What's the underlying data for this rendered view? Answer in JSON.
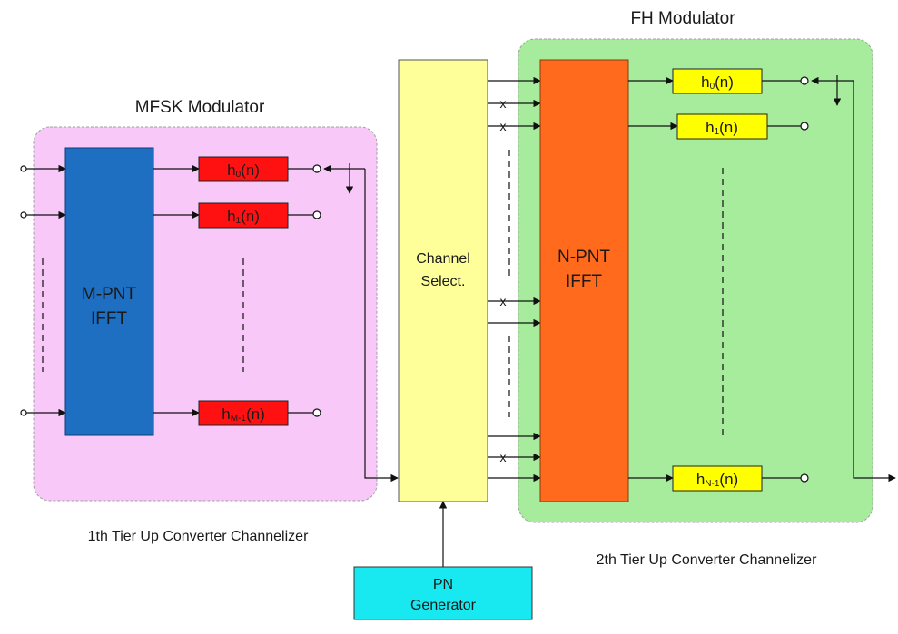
{
  "mfsk": {
    "title": "MFSK Modulator",
    "ifft_line1": "M-PNT",
    "ifft_line2": "IFFT",
    "caption": "1th Tier Up Converter Channelizer",
    "filters": [
      {
        "base": "h",
        "sub": "0",
        "arg": "(n)"
      },
      {
        "base": "h",
        "sub": "1",
        "arg": "(n)"
      },
      {
        "base": "h",
        "sub": "M-1",
        "arg": "(n)"
      }
    ]
  },
  "channel_select": {
    "line1": "Channel",
    "line2": "Select."
  },
  "pn_generator": {
    "line1": "PN",
    "line2": "Generator"
  },
  "fh": {
    "title": "FH Modulator",
    "ifft_line1": "N-PNT",
    "ifft_line2": "IFFT",
    "caption": "2th Tier Up Converter Channelizer",
    "filters": [
      {
        "base": "h",
        "sub": "0",
        "arg": "(n)"
      },
      {
        "base": "h",
        "sub": "1",
        "arg": "(n)"
      },
      {
        "base": "h",
        "sub": "N-1",
        "arg": "(n)"
      }
    ]
  },
  "unused_input_mark": "x",
  "colors": {
    "mfsk_panel": "#f8c8f8",
    "fh_panel": "#a6ec9c",
    "m_ifft": "#1e6fc1",
    "n_ifft": "#ff6a1c",
    "channel_select": "#ffff99",
    "pn_generator": "#18e8ef",
    "mfsk_filter": "#ff1111",
    "fh_filter": "#ffff00"
  }
}
